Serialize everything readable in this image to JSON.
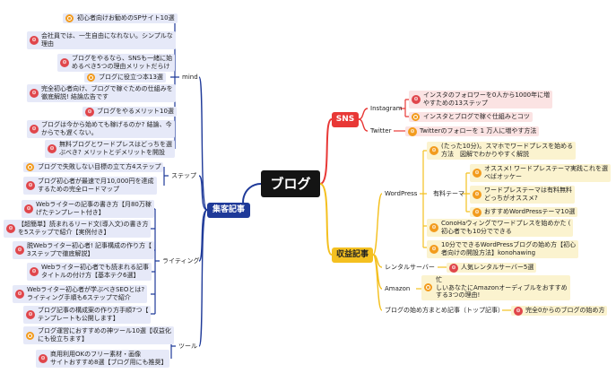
{
  "title": "ブログ",
  "left_branch": {
    "label": "集客記事",
    "groups": [
      {
        "label": "mind",
        "items": [
          "初心者向けお勧めのSPサイト10選",
          "会社員では、一生自由になれない。シンプルな\n理由",
          "ブログをやるなら、SNSも一緒に始\nめるべき5つの理由メリットだらけ",
          "ブログに役立つ本13選",
          "完全初心者向け、ブログで稼ぐための仕組みを\n徹底解説! 結論広告です",
          "ブログをやるメリット10選",
          "ブログは今から始めても稼げるのか? 結論、今\nからでも遅くない。",
          "無料ブログとワードプレスはどっちを選\nぶべき? メリットとデメリットを開設"
        ]
      },
      {
        "label": "ステップ",
        "items": [
          "ブログで失敗しない目標の立て方4ステップ",
          "ブログ初心者が最速で月10,000円を達成\nするための完全ロードマップ"
        ]
      },
      {
        "label": "ライティング",
        "items": [
          "Webライターの記事の書き方【月80万稼\nげたテンプレート付き】",
          "【超簡単】読まれるリード文(導入文)の書き方\nを5ステップで紹介【実例付き】",
          "脱Webライター初心者! 記事構成の作り方【\n3ステップで徹底解説】",
          "Webライター初心者でも読まれる記事\nタイトルの付け方【基本テク6選】",
          "Webライター初心者が学ぶべきSEOとは?\nライティング手順も6ステップで紹介",
          "ブログ記事の構成案の作り方手順7つ【\nテンプレートも公開します】"
        ]
      },
      {
        "label": "ツール",
        "items": [
          "ブログ運営におすすめの神ツール10選【収益化\nにも役立ちます】",
          "商用利用OKのフリー素材・画像\nサイトおすすめ8選【ブログ用にも推奨】"
        ]
      }
    ]
  },
  "sns_branch": {
    "label": "SNS",
    "instagram": {
      "label": "Instagram",
      "items": [
        "インスタのフォロワーを0人から1000年に増\nやすための13ステップ",
        "インスタとブログで稼ぐ仕組みとコツ"
      ]
    },
    "twitter": {
      "label": "Twitter",
      "items": [
        "Twitterのフォローを 1 万人に増やす方法"
      ]
    }
  },
  "revenue_branch": {
    "label": "収益記事",
    "wordpress": {
      "label": "WordPress",
      "item_top": "(たった10分)。スマホでワードプレスを始める\n方法　図解でわかりやすく解説",
      "theme": {
        "label": "有料テーマ",
        "items": [
          "オススメ! ワードプレステーマ実践これを選\nべばオッケー",
          "ワードプレステーマは有料無料\nどっちがオススメ?",
          "おすすめWordPressテーマ10選"
        ]
      },
      "items_bottom": [
        "ConoHaウィングでワードプレスを始めかた (\n初心者でも10分でできる",
        "10分でできるWordPressブログの始め方【初心\n者向けの開設方法】konohawing"
      ]
    },
    "rental": {
      "label": "レンタルサーバー",
      "items": [
        "人気レンタルサーバー5選"
      ]
    },
    "amazon": {
      "label": "Amazon",
      "items": [
        "忙\nしいあなたにAmazonオーディブルをおすすめ\nする3つの理由!"
      ]
    },
    "summary": {
      "label": "ブログの始め方まとめ記事（トップ記事）",
      "items": [
        "完全0からのブログの始め方"
      ]
    }
  },
  "colors": {
    "root": "#141414",
    "left": "#1f3a99",
    "sns": "#e83836",
    "revenue": "#f4c020",
    "node_blue": "#e6e9f8",
    "node_red": "#fbe3e3",
    "node_yellow": "#fbf3cf"
  }
}
